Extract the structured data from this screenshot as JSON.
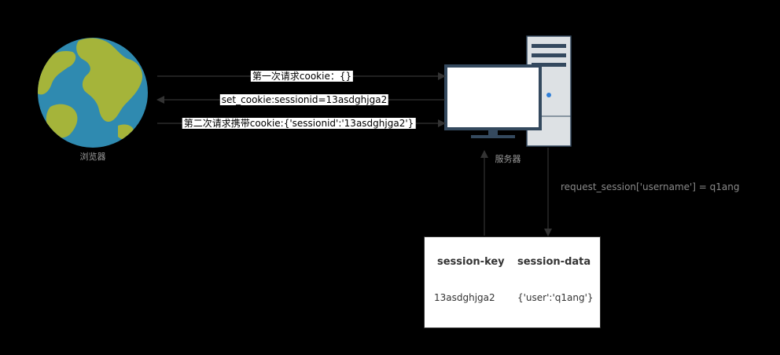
{
  "browser": {
    "label": "浏览器",
    "icon": "globe-icon"
  },
  "server": {
    "label": "服务器",
    "icon": "server-icon"
  },
  "messages": [
    {
      "text": "第一次请求cookie：{}",
      "direction": "browser-to-server"
    },
    {
      "text": "set_cookie:sessionid=13asdghjga2",
      "direction": "server-to-browser"
    },
    {
      "text": "第二次请求携带cookie:{'sessionid':'13asdghjga2'}",
      "direction": "browser-to-server"
    }
  ],
  "server_to_store": {
    "text": "request_session['username'] = q1ang"
  },
  "session_store": {
    "headers": [
      "session-key",
      "session-data"
    ],
    "rows": [
      [
        "13asdghjga2",
        "{'user':'q1ang'}"
      ]
    ]
  },
  "colors": {
    "background": "#000000",
    "arrow": "#333333",
    "globe_ocean": "#2f8ab0",
    "globe_land": "#a5b43a",
    "monitor_frame": "#34495e",
    "tower": "#dde1e4",
    "power_led": "#2f7fd8"
  }
}
